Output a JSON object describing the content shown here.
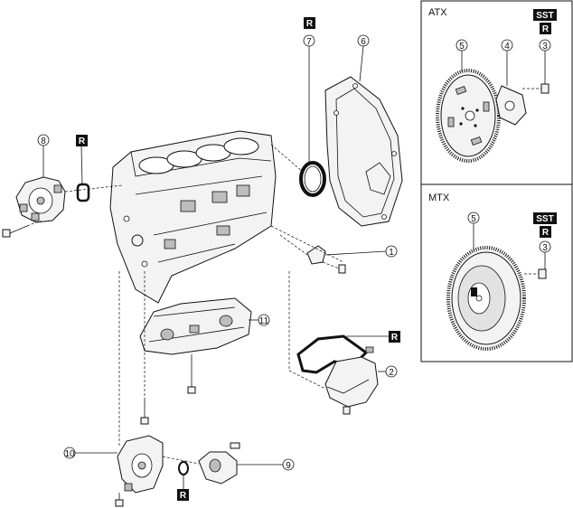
{
  "panels": {
    "atx": {
      "title": "ATX",
      "badges": [
        "SST",
        "R"
      ],
      "callouts": [
        "5",
        "4",
        "3"
      ]
    },
    "mtx": {
      "title": "MTX",
      "badges": [
        "SST",
        "R"
      ],
      "callouts": [
        "5",
        "3"
      ]
    }
  },
  "main_callouts": [
    "1",
    "2",
    "6",
    "7",
    "8",
    "9",
    "10",
    "11"
  ],
  "main_badges": [
    "R",
    "R",
    "R",
    "R"
  ]
}
